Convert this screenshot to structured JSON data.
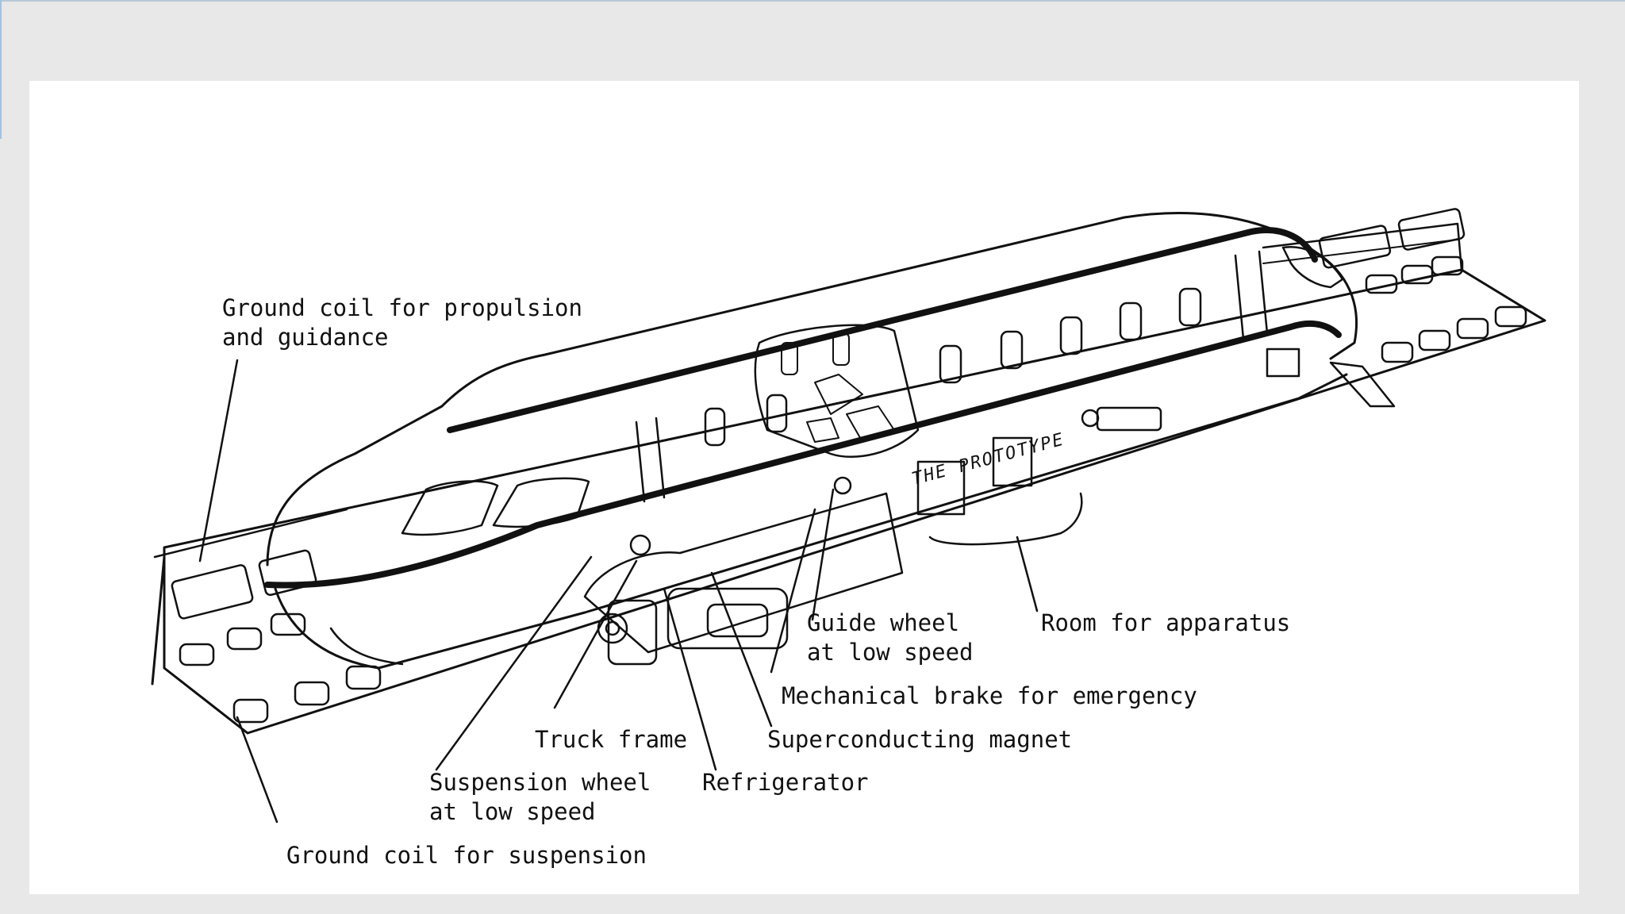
{
  "labels": {
    "ground_coil_propulsion_1": "Ground coil for propulsion",
    "ground_coil_propulsion_2": "and guidance",
    "guide_wheel_1": "Guide wheel",
    "guide_wheel_2": "at low speed",
    "room_for_apparatus": "Room for apparatus",
    "mechanical_brake": "Mechanical brake for emergency",
    "truck_frame": "Truck frame",
    "superconducting_magnet": "Superconducting magnet",
    "suspension_wheel_1": "Suspension wheel",
    "suspension_wheel_2": "at low speed",
    "refrigerator": "Refrigerator",
    "ground_coil_suspension": "Ground coil for suspension"
  },
  "body_lettering": "THE PROTOTYPE"
}
